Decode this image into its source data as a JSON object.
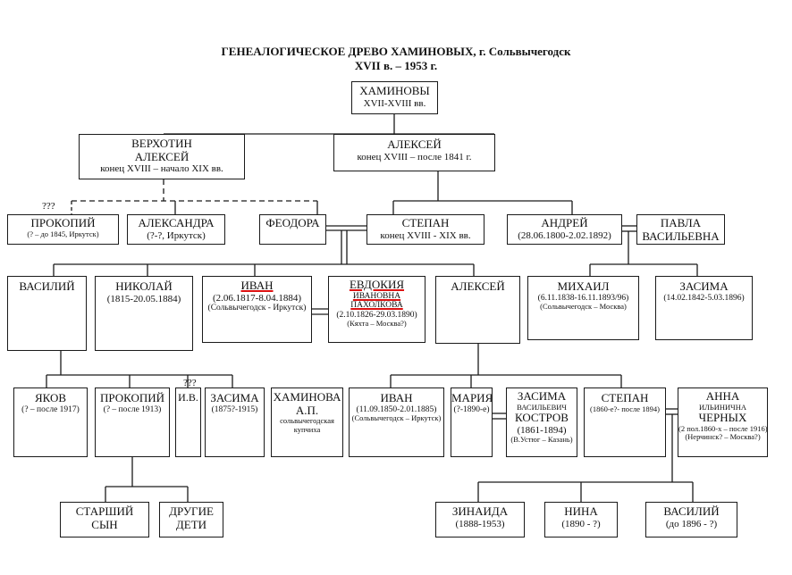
{
  "title": {
    "line1": "ГЕНЕАЛОГИЧЕСКОЕ ДРЕВО ХАМИНОВЫХ, г. Сольвычегодск",
    "line2": "XVII в. – 1953 г."
  },
  "nodes": {
    "haminovy": [
      "ХАМИНОВЫ",
      "XVII-XVIII вв."
    ],
    "verhotin": [
      "ВЕРХОТИН",
      "АЛЕКСЕЙ",
      "конец XVIII – начало XIX вв."
    ],
    "aleksey_sr": [
      "АЛЕКСЕЙ",
      "конец XVIII – после 1841 г."
    ],
    "prokopiy1": [
      "ПРОКОПИЙ",
      "(? – до 1845, Иркутск)"
    ],
    "aleksandra": [
      "АЛЕКСАНДРА",
      "(?-?, Иркутск)"
    ],
    "feodora": [
      "ФЕОДОРА"
    ],
    "stepan1": [
      "СТЕПАН",
      "конец XVIII - XIX вв."
    ],
    "andrey": [
      "АНДРЕЙ",
      "(28.06.1800-2.02.1892)"
    ],
    "pavla": [
      "ПАВЛА",
      "ВАСИЛЬЕВНА"
    ],
    "vasiliy1": [
      "ВАСИЛИЙ"
    ],
    "nikolay": [
      "НИКОЛАЙ",
      "(1815-20.05.1884)"
    ],
    "ivan1": [
      "ИВАН",
      "(2.06.1817-8.04.1884)",
      "(Сольвычегодск - Иркутск)"
    ],
    "evdokiya": [
      "ЕВДОКИЯ",
      "ИВАНОВНА",
      "ПАХОЛКОВА",
      "(2.10.1826-29.03.1890)",
      "(Кяхта – Москва?)"
    ],
    "aleksey2": [
      "АЛЕКСЕЙ"
    ],
    "mihail": [
      "МИХАИЛ",
      "(6.11.1838-16.11.1893/96)",
      "(Сольвычегодск – Москва)"
    ],
    "zasima1": [
      "ЗАСИМА",
      "(14.02.1842-5.03.1896)"
    ],
    "yakov": [
      "ЯКОВ",
      "(? – после 1917)"
    ],
    "prokopiy2": [
      "ПРОКОПИЙ",
      "(? – после 1913)"
    ],
    "iv": [
      "И.В."
    ],
    "zasima2": [
      "ЗАСИМА",
      "(1875?-1915)"
    ],
    "haminova": [
      "ХАМИНОВА",
      "А.П.",
      "сольвычегодская",
      "купчиха"
    ],
    "ivan2": [
      "ИВАН",
      "(11.09.1850-2.01.1885)",
      "(Сольвычегодск – Иркутск)"
    ],
    "mariya": [
      "МАРИЯ",
      "(?-1890-е)"
    ],
    "zasima3": [
      "ЗАСИМА",
      "ВАСИЛЬЕВИЧ",
      "КОСТРОВ",
      "(1861-1894)",
      "(В.Устюг – Казань)"
    ],
    "stepan2": [
      "СТЕПАН",
      "(1860-е?- после 1894)"
    ],
    "anna": [
      "АННА",
      "ИЛЬИНИЧНА",
      "ЧЕРНЫХ",
      "(2 пол.1860-х – после 1916)",
      "(Нерчинск? – Москва?)"
    ],
    "starshiy": [
      "СТАРШИЙ",
      "СЫН"
    ],
    "drugie": [
      "ДРУГИЕ",
      "ДЕТИ"
    ],
    "zinaida": [
      "ЗИНАИДА",
      "(1888-1953)"
    ],
    "nina": [
      "НИНА",
      "(1890 - ?)"
    ],
    "vasiliy2": [
      "ВАСИЛИЙ",
      "(до 1896 - ?)"
    ]
  },
  "marks": {
    "q1": "???",
    "q2": "???"
  }
}
